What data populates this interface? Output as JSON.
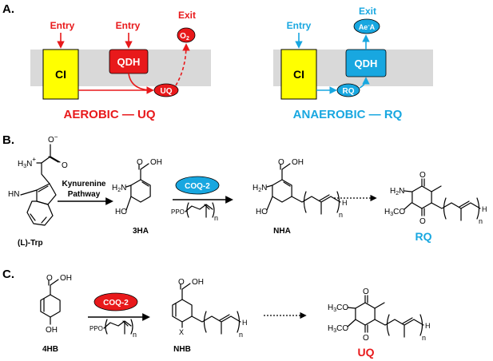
{
  "colors": {
    "red": "#e8191b",
    "blue": "#18a7e0",
    "yellow": "#ffff00",
    "gray": "#d9d9d9",
    "black": "#000000"
  },
  "panel_a": {
    "label": "A.",
    "aerobic": {
      "entry_left": "Entry",
      "entry_right": "Entry",
      "exit": "Exit",
      "complex": "CI",
      "dehydrogenase": "QDH",
      "quinone": "UQ",
      "acceptor": "O",
      "acceptor_sub": "2",
      "caption": "AEROBIC — UQ"
    },
    "anaerobic": {
      "entry": "Entry",
      "exit": "Exit",
      "complex": "CI",
      "dehydrogenase": "QDH",
      "quinone": "RQ",
      "acceptor_a": "Ae",
      "acceptor_sup": "-",
      "acceptor_b": "A",
      "caption": "ANAEROBIC — RQ"
    }
  },
  "panel_b": {
    "label": "B.",
    "trp_label": "(L)-Trp",
    "trp_o_minus": "O",
    "trp_minus": "−",
    "trp_o": "O",
    "trp_nh3": "H",
    "trp_nh3_sub": "3",
    "trp_nh3_n": "N",
    "trp_plus": "+",
    "trp_hn": "HN",
    "arrow_label_1": "Kynurenine",
    "arrow_label_2": "Pathway",
    "ha_label": "3HA",
    "ha_cooh": "OH",
    "ha_o": "O",
    "ha_h2n": "H",
    "ha_h2n_sub": "2",
    "ha_h2n_n": "N",
    "ha_ho": "HO",
    "enzyme": "COQ-2",
    "ppo": "PPO",
    "n": "n",
    "nha_label": "NHA",
    "nha_cooh": "OH",
    "nha_o": "O",
    "nha_h2n": "H",
    "nha_h2n_sub": "2",
    "nha_h2n_n": "N",
    "nha_ho": "HO",
    "nha_h": "H",
    "rq_label": "RQ",
    "rq_h2n": "H",
    "rq_h2n_sub": "2",
    "rq_h2n_n": "N",
    "rq_h3co": "H",
    "rq_h3co_sub": "3",
    "rq_h3co_co": "CO",
    "rq_o_top": "O",
    "rq_o_bot": "O",
    "rq_h": "H"
  },
  "panel_c": {
    "label": "C.",
    "hb_label": "4HB",
    "hb_cooh": "OH",
    "hb_o": "O",
    "hb_oh": "OH",
    "enzyme": "COQ-2",
    "ppo": "PPO",
    "n": "n",
    "nhb_label": "NHB",
    "nhb_cooh": "OH",
    "nhb_o": "O",
    "nhb_x": "X",
    "nhb_h": "H",
    "uq_label": "UQ",
    "uq_h3co_1": "H",
    "uq_h3co_1_sub": "3",
    "uq_h3co_1_co": "CO",
    "uq_h3co_2": "H",
    "uq_h3co_2_sub": "3",
    "uq_h3co_2_co": "CO",
    "uq_o_top": "O",
    "uq_o_bot": "O",
    "uq_h": "H"
  }
}
